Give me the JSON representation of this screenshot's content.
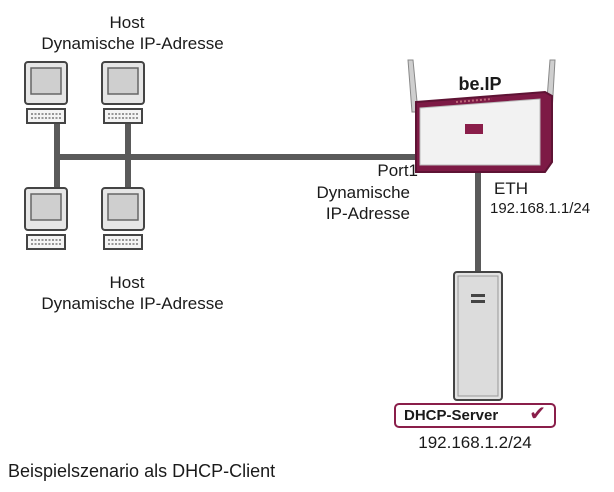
{
  "top_host": {
    "title": "Host",
    "address": "Dynamische IP-Adresse"
  },
  "bottom_host": {
    "title": "Host",
    "address": "Dynamische IP-Adresse"
  },
  "router": {
    "name": "be.IP",
    "port_label": "Port1",
    "port_address_line1": "Dynamische",
    "port_address_line2": "IP-Adresse",
    "eth_label": "ETH",
    "eth_address": "192.168.1.1/24"
  },
  "server": {
    "badge_label": "DHCP-Server",
    "badge_icon": "checkmark-icon",
    "address": "192.168.1.2/24"
  },
  "caption": "Beispielszenario als DHCP-Client",
  "colors": {
    "accent": "#8a1e4a",
    "cable": "#5a5a5a"
  }
}
